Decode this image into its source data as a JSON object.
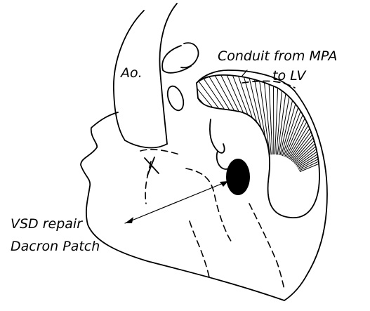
{
  "labels": {
    "aorta": "Ao.",
    "conduit_line1": "Conduit from MPA",
    "conduit_line2": "to LV",
    "vsd_line1": "VSD repair",
    "vsd_line2": "Dacron Patch"
  }
}
